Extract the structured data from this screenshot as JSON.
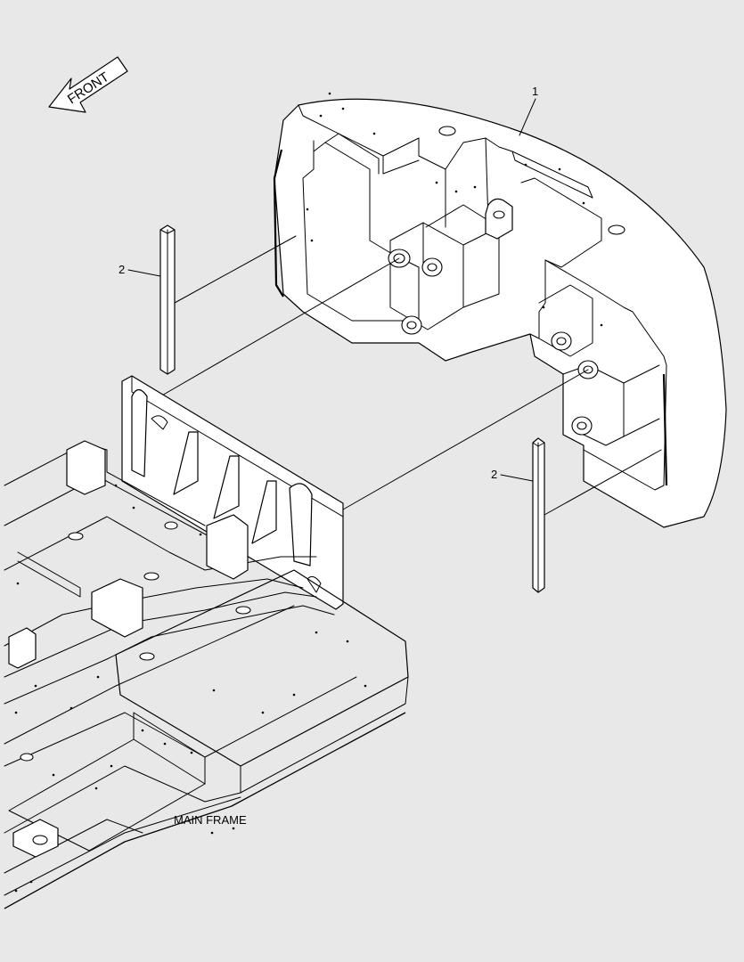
{
  "drawing": {
    "front_arrow_label": "FRONT",
    "frame_label": "MAIN FRAME",
    "callouts": [
      {
        "id": "callout-1",
        "text": "1"
      },
      {
        "id": "callout-2-left",
        "text": "2"
      },
      {
        "id": "callout-2-right",
        "text": "2"
      }
    ]
  },
  "colors": {
    "background": "#e8e8e8",
    "line": "#000000",
    "fill": "#ffffff"
  }
}
